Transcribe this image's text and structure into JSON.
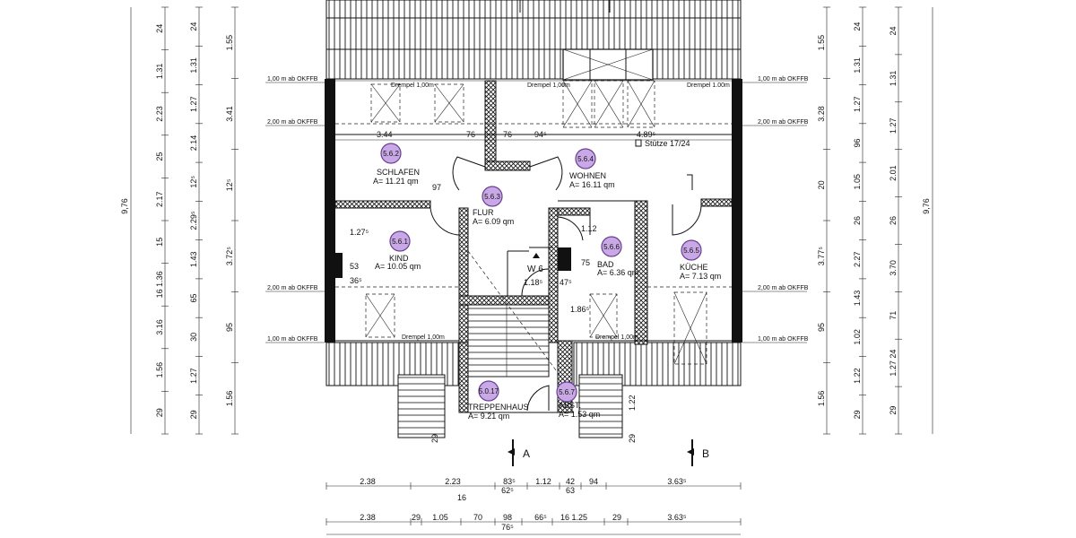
{
  "rooms": [
    {
      "code": "5.6.2",
      "name": "SCHLAFEN",
      "area": "A= 11.21 qm"
    },
    {
      "code": "5.6.4",
      "name": "WOHNEN",
      "area": "A= 16.11 qm"
    },
    {
      "code": "5.6.3",
      "name": "FLUR",
      "area": "A= 6.09 qm"
    },
    {
      "code": "5.6.1",
      "name": "KIND",
      "area": "A= 10.05 qm"
    },
    {
      "code": "5.6.6",
      "name": "BAD",
      "area": "A= 6.36 qm"
    },
    {
      "code": "5.6.5",
      "name": "KÜCHE",
      "area": "A= 7.13 qm"
    },
    {
      "code": "5.0.17",
      "name": "TREPPENHAUS",
      "area": "A= 9.21 qm"
    },
    {
      "code": "5.6.7",
      "name": "ABST.",
      "area": "A= 1.53 qm"
    }
  ],
  "labels": {
    "stuetze": "Stütze 17/24",
    "w6": "W 6",
    "drempel": "Drempel 1,00m",
    "drempel_small": "Drempel 1.00m",
    "height_1m": "1,00 m ab OKFFB",
    "height_2m": "2,00 m ab OKFFB",
    "section_a": "A",
    "section_b": "B"
  },
  "inner_dims": {
    "d344": "3.44",
    "d76a": "76",
    "d76b": "76",
    "d945": "94⁵",
    "d489": "4.89⁵",
    "d97": "97",
    "d1275": "1.27⁵",
    "d53": "53",
    "d365": "36⁵",
    "d118": "1.18⁵",
    "d112": "1.12",
    "d75": "75",
    "d475": "47⁵",
    "d1865": "1.86⁵"
  },
  "left_dims": {
    "outer": "9,76",
    "col1": [
      "24",
      "1.31",
      "2.23",
      "25",
      "2.17",
      "15",
      "16 1.36",
      "3.16",
      "1.56",
      "29"
    ],
    "col2": [
      "24",
      "1.31",
      "1.27",
      "2.14",
      "12⁵",
      "2.29⁵",
      "1.43",
      "65",
      "30",
      "1.27",
      "29"
    ],
    "col3": [
      "1.55",
      "3.41",
      "12⁵",
      "3.72⁵",
      "95",
      "1.56"
    ]
  },
  "right_dims": {
    "outer": "9,76",
    "col1": [
      "1.55",
      "3.28",
      "20",
      "3.77⁵",
      "95",
      "1.56"
    ],
    "col2": [
      "24",
      "1.31",
      "1.27",
      "96",
      "1.05",
      "26",
      "2.27",
      "1.43",
      "1.02",
      "1.22",
      "29"
    ],
    "col3": [
      "24",
      "1.31",
      "1.27",
      "2.01",
      "26",
      "3.70",
      "71",
      "1.27 24",
      "29"
    ]
  },
  "bottom_dims": {
    "row1": [
      "2.38",
      "2.23",
      "83⁵",
      "1.12",
      "42",
      "94",
      "3.63⁵"
    ],
    "row1_sub": [
      "62⁵",
      "63"
    ],
    "row_mid": "16",
    "row2": [
      "2.38",
      "29",
      "1.05",
      "70",
      "98",
      "66⁵",
      "16 1.25",
      "29",
      "3.63⁵"
    ],
    "row2_sub": "76⁵"
  },
  "stair_dims": {
    "d29a": "29",
    "d29b": "29",
    "d122": "1.22"
  }
}
